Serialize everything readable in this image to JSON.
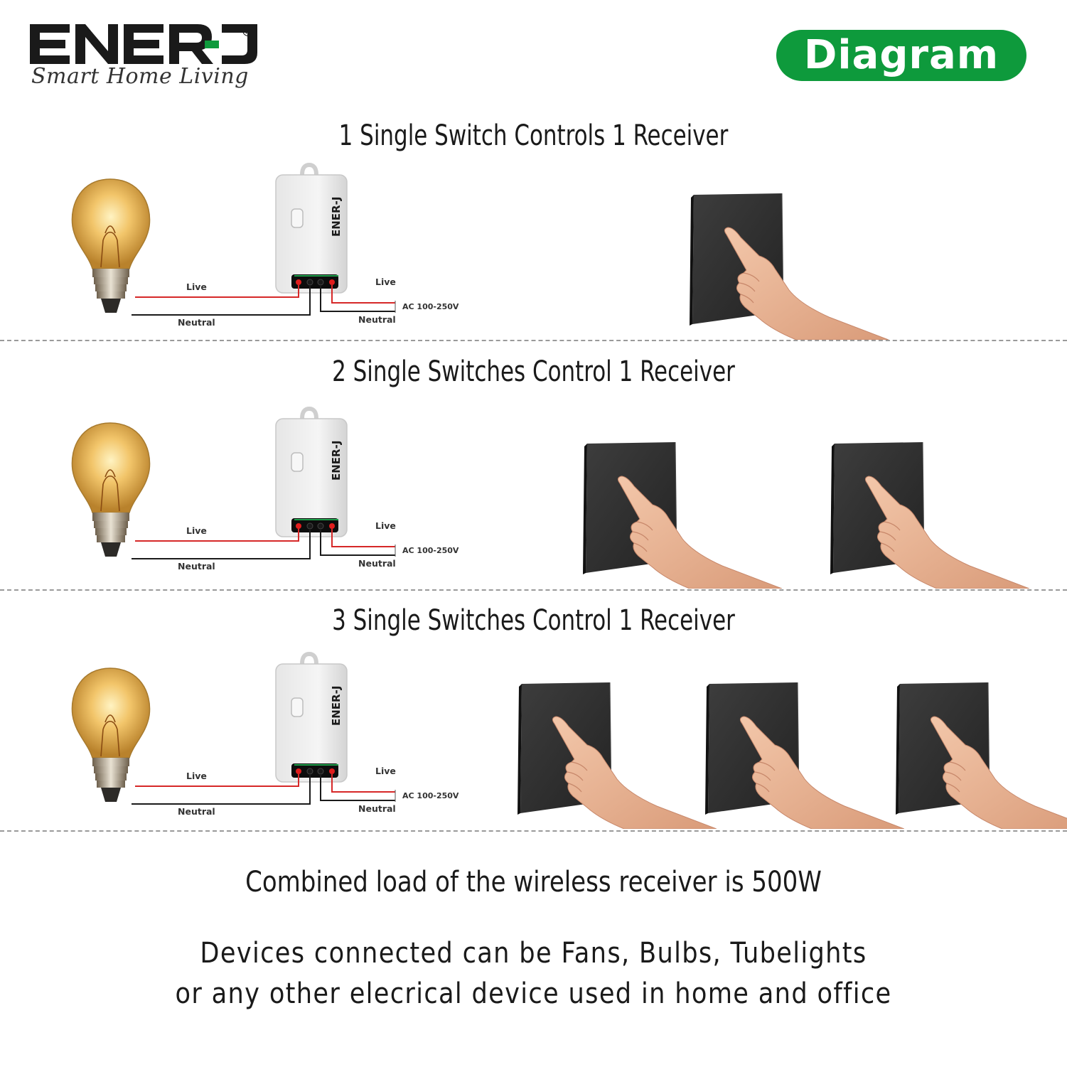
{
  "brand": {
    "logo_text": "ENER-J",
    "registered_mark": "®",
    "tagline": "Smart Home Living",
    "accent_color": "#0e9a3c"
  },
  "badge": {
    "label": "Diagram"
  },
  "sections": [
    {
      "title": "1 Single Switch Controls 1 Receiver",
      "switch_count": 1
    },
    {
      "title": "2 Single Switches Control 1 Receiver",
      "switch_count": 2
    },
    {
      "title": "3 Single Switches Control 1 Receiver",
      "switch_count": 3
    }
  ],
  "wiring_labels": {
    "live_left": "Live",
    "neutral_left": "Neutral",
    "live_right": "Live",
    "neutral_right": "Neutral",
    "supply": "AC 100-250V",
    "receiver_brand": "ENER-J"
  },
  "footer": {
    "load_note": "Combined load of the wireless receiver is 500W",
    "devices_line1": "Devices connected can be Fans, Bulbs, Tubelights",
    "devices_line2": "or any other elecrical device used in home and office"
  },
  "icons": [
    "light-bulb-icon",
    "receiver-module-icon",
    "wall-switch-icon",
    "hand-pointer-icon"
  ]
}
